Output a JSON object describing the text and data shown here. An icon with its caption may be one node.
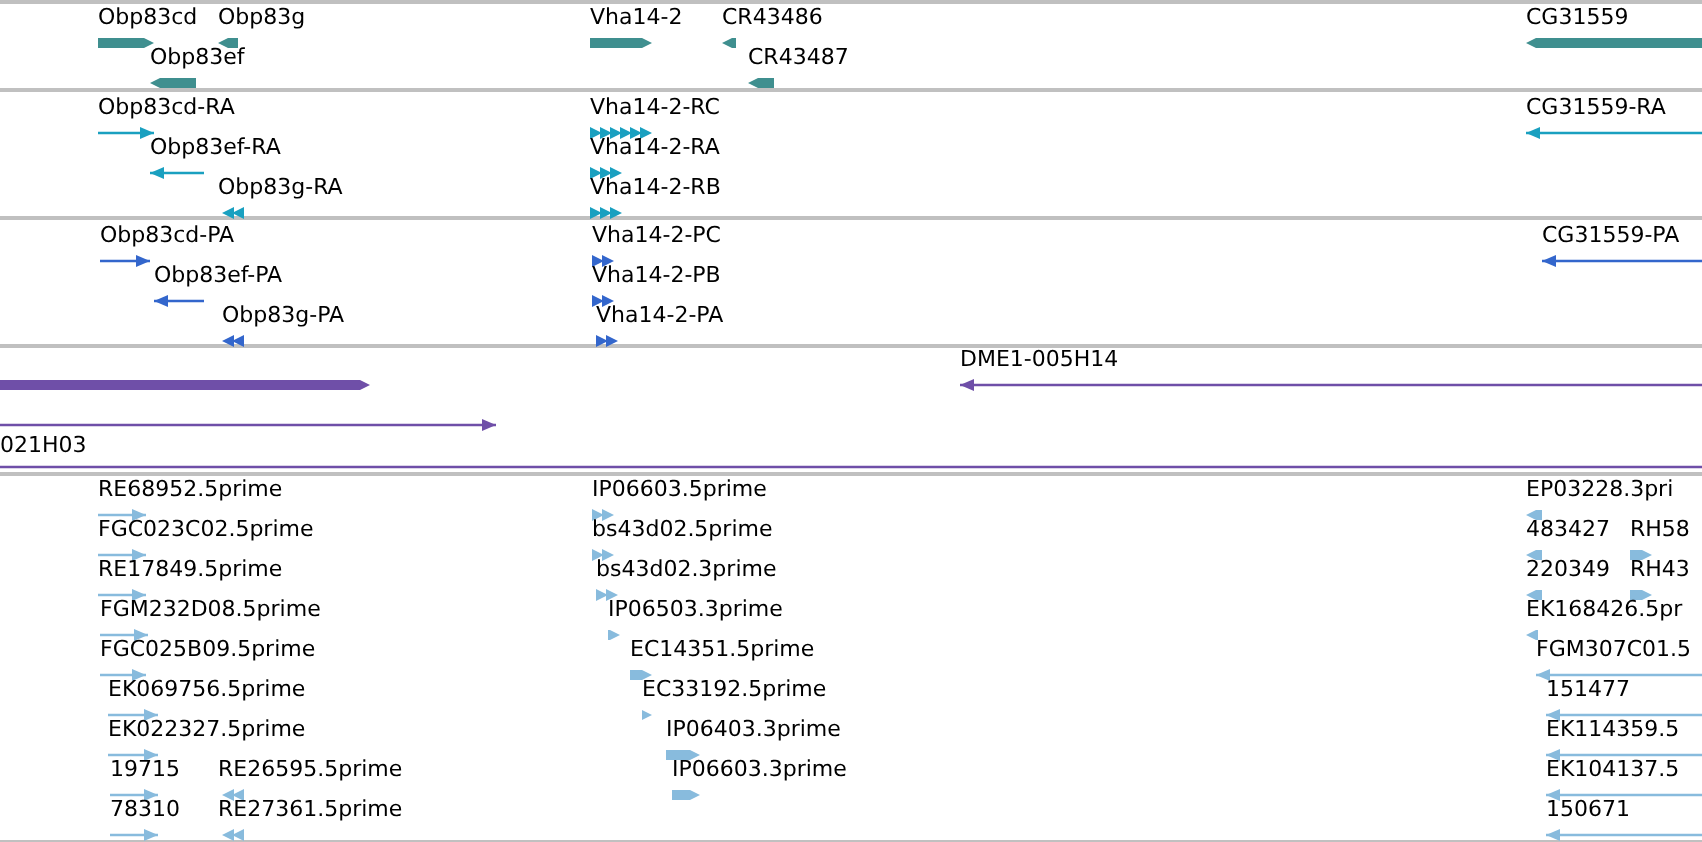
{
  "diagram": {
    "nodes": [
      {
        "text": [
          "Obp83cd"
        ]
      },
      {
        "text": [
          "Obp83g"
        ]
      },
      {
        "text": [
          "Obp83ef"
        ]
      },
      {
        "text": [
          "Vha14-2"
        ]
      },
      {
        "text": [
          "CR43486"
        ]
      },
      {
        "text": [
          "CR43487"
        ]
      },
      {
        "text": [
          "CG31559"
        ]
      },
      {
        "text": [
          "Obp83cd-RA"
        ]
      },
      {
        "text": [
          "Obp83ef-RA"
        ]
      },
      {
        "text": [
          "Obp83g-RA"
        ]
      },
      {
        "text": [
          "Vha14-2-RC"
        ]
      },
      {
        "text": [
          "Vha14-2-RA"
        ]
      },
      {
        "text": [
          "Vha14-2-RB"
        ]
      },
      {
        "text": [
          "CG31559-RA"
        ]
      },
      {
        "text": [
          "Obp83cd-PA"
        ]
      },
      {
        "text": [
          "Obp83ef-PA"
        ]
      },
      {
        "text": [
          "Obp83g-PA"
        ]
      },
      {
        "text": [
          "Vha14-2-PC"
        ]
      },
      {
        "text": [
          "Vha14-2-PB"
        ]
      },
      {
        "text": [
          "Vha14-2-PA"
        ]
      },
      {
        "text": [
          "CG31559-PA"
        ]
      },
      {
        "text": [],
        "shape": "bar"
      },
      {
        "text": [
          "DME1-005H14"
        ]
      },
      {
        "text": [
          "021H03"
        ]
      },
      {
        "text": [],
        "shape": "line"
      },
      {
        "text": [
          "RE68952.5prime"
        ]
      },
      {
        "text": [
          "FGC023C02.5prime"
        ]
      },
      {
        "text": [
          "RE17849.5prime"
        ]
      },
      {
        "text": [
          "FGM232D08.5prime"
        ]
      },
      {
        "text": [
          "FGC025B09.5prime"
        ]
      },
      {
        "text": [
          "EK069756.5prime"
        ]
      },
      {
        "text": [
          "EK022327.5prime"
        ]
      },
      {
        "text": [
          "19715"
        ]
      },
      {
        "text": [
          "RE26595.5prime"
        ]
      },
      {
        "text": [
          "78310"
        ]
      },
      {
        "text": [
          "RE27361.5prime"
        ]
      },
      {
        "text": [
          "IP06603.5prime"
        ]
      },
      {
        "text": [
          "bs43d02.5prime"
        ]
      },
      {
        "text": [
          "bs43d02.3prime"
        ]
      },
      {
        "text": [
          "IP06503.3prime"
        ]
      },
      {
        "text": [
          "EC14351.5prime"
        ]
      },
      {
        "text": [
          "EC33192.5prime"
        ]
      },
      {
        "text": [
          "IP06403.3prime"
        ]
      },
      {
        "text": [
          "IP06603.3prime"
        ]
      },
      {
        "text": [
          "EP03228.3pri"
        ]
      },
      {
        "text": [
          "483427"
        ]
      },
      {
        "text": [
          "RH58"
        ]
      },
      {
        "text": [
          "220349"
        ]
      },
      {
        "text": [
          "RH43"
        ]
      },
      {
        "text": [
          "EK168426.5pr"
        ]
      },
      {
        "text": [
          "FGM307C01.5"
        ]
      },
      {
        "text": [
          "151477"
        ]
      },
      {
        "text": [
          "EK114359.5"
        ]
      },
      {
        "text": [
          "EK104137.5"
        ]
      },
      {
        "text": [
          "150671"
        ]
      }
    ]
  }
}
